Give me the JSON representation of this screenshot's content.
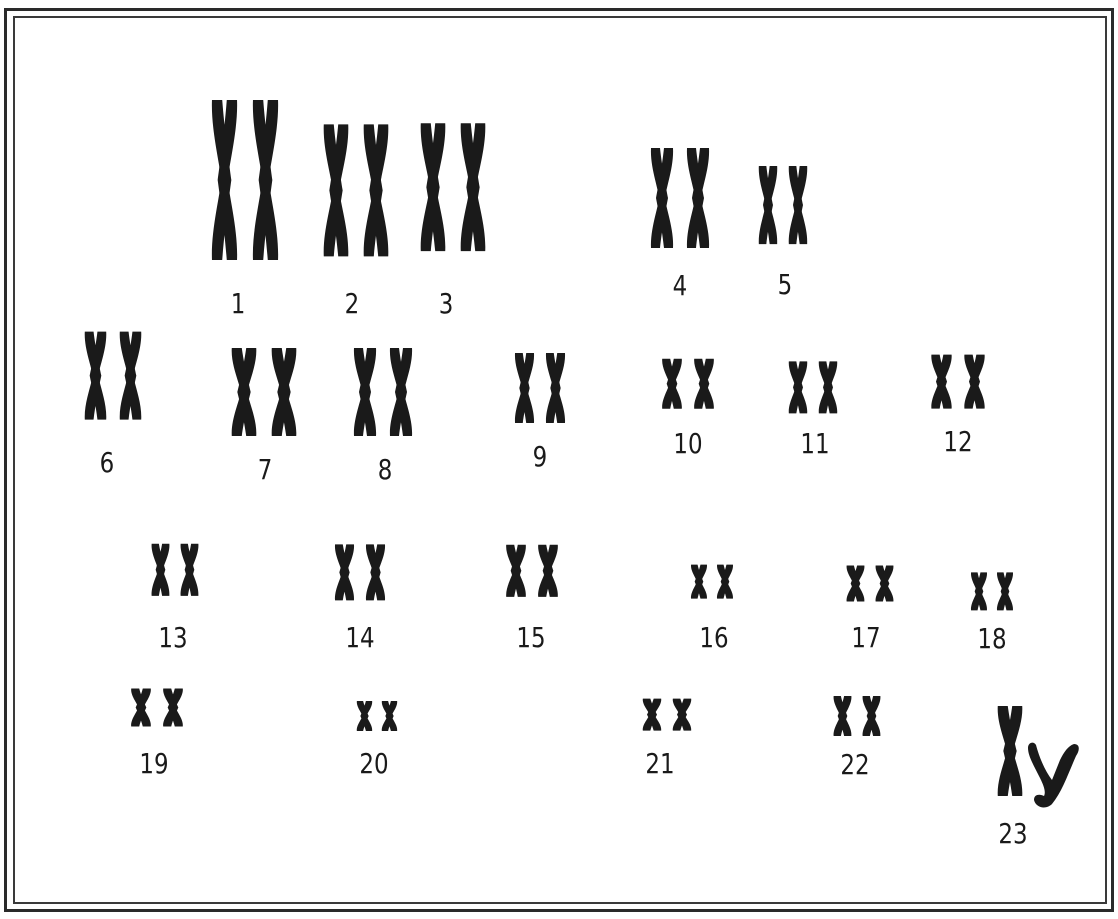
{
  "karyotype": {
    "pairs": [
      {
        "number": "1"
      },
      {
        "number": "2"
      },
      {
        "number": "3"
      },
      {
        "number": "4"
      },
      {
        "number": "5"
      },
      {
        "number": "6"
      },
      {
        "number": "7"
      },
      {
        "number": "8"
      },
      {
        "number": "9"
      },
      {
        "number": "10"
      },
      {
        "number": "11"
      },
      {
        "number": "12"
      },
      {
        "number": "13"
      },
      {
        "number": "14"
      },
      {
        "number": "15"
      },
      {
        "number": "16"
      },
      {
        "number": "17"
      },
      {
        "number": "18"
      },
      {
        "number": "19"
      },
      {
        "number": "20"
      },
      {
        "number": "21"
      },
      {
        "number": "22"
      },
      {
        "number": "23",
        "sex_chromosomes": "Xy"
      }
    ]
  }
}
